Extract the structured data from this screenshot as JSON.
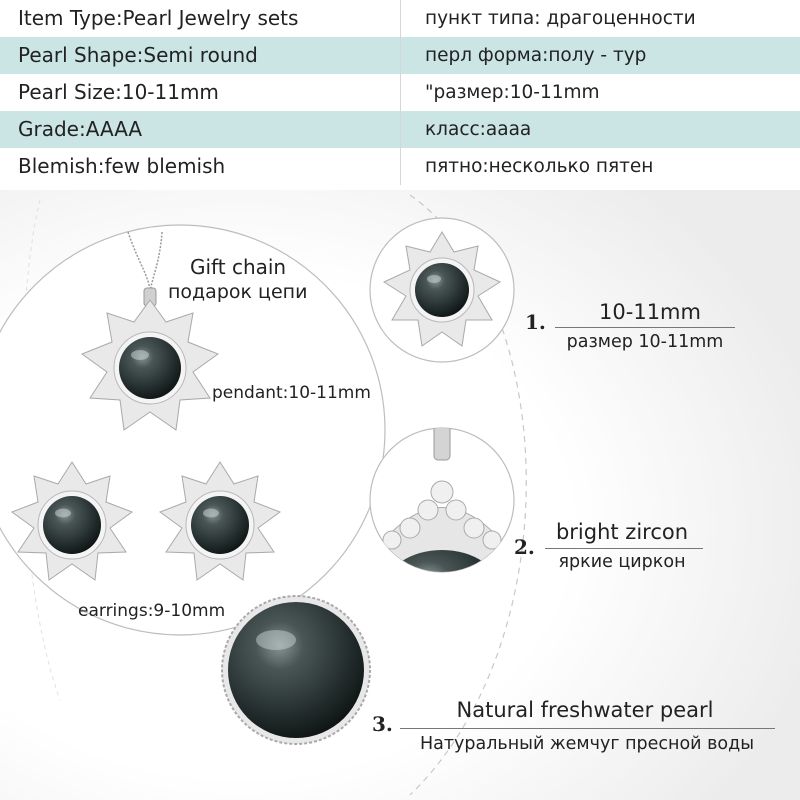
{
  "specs": [
    {
      "en": "Item Type:Pearl Jewelry sets",
      "ru": "пункт типа: драгоценности"
    },
    {
      "en": "Pearl Shape:Semi round",
      "ru": "перл форма:полу - тур"
    },
    {
      "en": "Pearl Size:10-11mm",
      "ru": "\"размер:10-11mm"
    },
    {
      "en": "Grade:AAAA",
      "ru": "класс:аааа"
    },
    {
      "en": "Blemish:few blemish",
      "ru": "пятно:несколько пятен"
    }
  ],
  "set_panel": {
    "gift_en": "Gift chain",
    "gift_ru": "подарок цепи",
    "pendant_label": "pendant:10-11mm",
    "earrings_label": "earrings:9-10mm"
  },
  "features": [
    {
      "number": "1.",
      "en": "10-11mm",
      "ru": "размер 10-11mm"
    },
    {
      "number": "2.",
      "en": "bright zircon",
      "ru": "яркие циркон"
    },
    {
      "number": "3.",
      "en": "Natural freshwater pearl",
      "ru": "Натуральный жемчуг пресной воды"
    }
  ],
  "colors": {
    "row_alt": "#cbe4e4",
    "pearl": "#2b3535",
    "zircon": "#e6e6e6"
  }
}
